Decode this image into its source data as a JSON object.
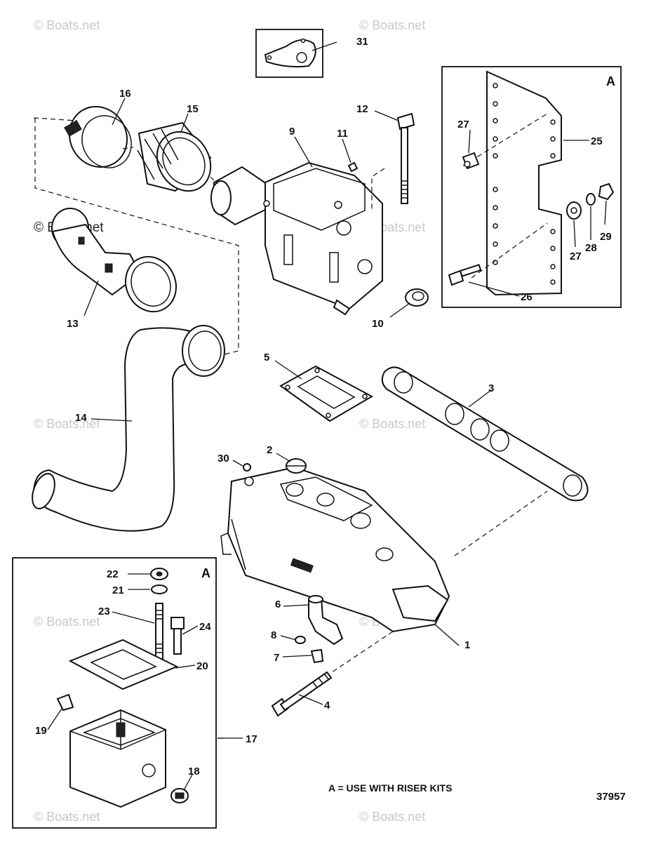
{
  "watermarks": [
    "© Boats.net",
    "© Boats.net",
    "© Boats.net",
    "© Boats.net",
    "© Boats.net",
    "© Boats.net",
    "© Boats.net",
    "© Boats.net",
    "© Boats.net"
  ],
  "callouts": {
    "p1": "1",
    "p2": "2",
    "p3": "3",
    "p4": "4",
    "p5": "5",
    "p6": "6",
    "p7": "7",
    "p8": "8",
    "p9": "9",
    "p10": "10",
    "p11": "11",
    "p12": "12",
    "p13": "13",
    "p14": "14",
    "p15": "15",
    "p16": "16",
    "p17": "17",
    "p18": "18",
    "p19": "19",
    "p20": "20",
    "p21": "21",
    "p22": "22",
    "p23": "23",
    "p24": "24",
    "p25": "25",
    "p26": "26",
    "p27a": "27",
    "p27b": "27",
    "p28": "28",
    "p29": "29",
    "p30": "30",
    "p31": "31"
  },
  "box_labels": {
    "upper": "A",
    "lower": "A"
  },
  "note": "A = USE WITH RISER KITS",
  "figure_number": "37957"
}
